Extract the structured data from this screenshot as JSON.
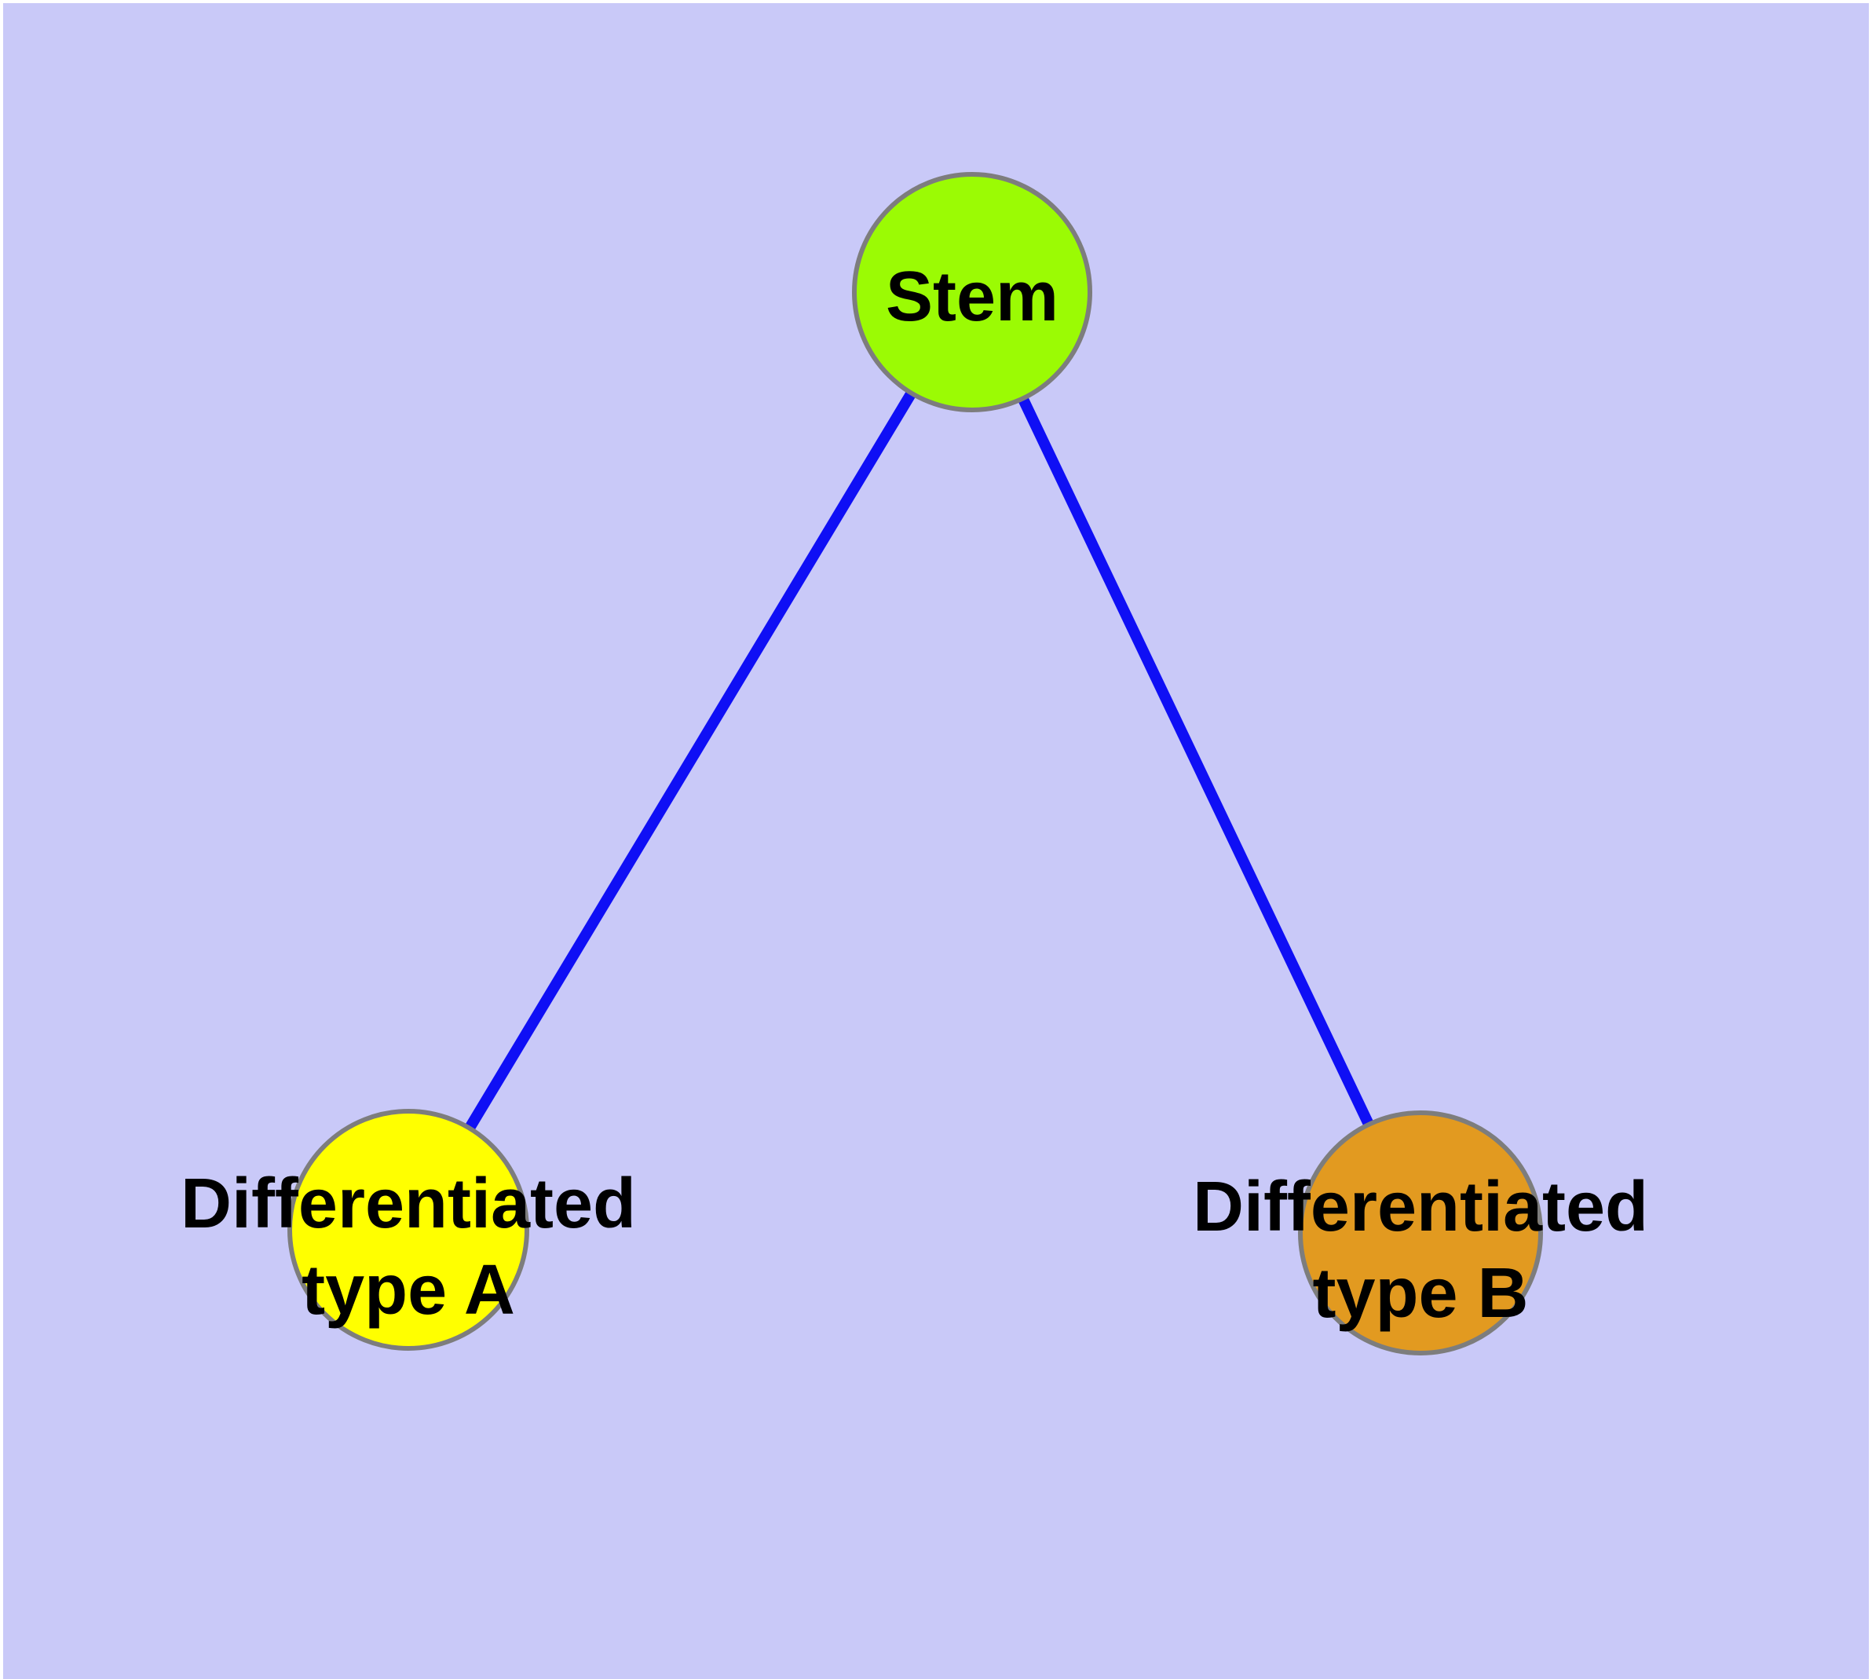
{
  "colors": {
    "canvas_background": "#ffffff",
    "panel_background": "#c9c9f8",
    "edge_blue": "#0f0ff5",
    "node_border_gray": "#7d7d7d",
    "label_black": "#000000"
  },
  "graph": {
    "nodes": {
      "stem": {
        "label": "Stem",
        "fill": "#9bfb04"
      },
      "type_a": {
        "label_line1": "Differentiated",
        "label_line2": "type A",
        "fill": "#ffff00"
      },
      "type_b": {
        "label_line1": "Differentiated",
        "label_line2": "type B",
        "fill": "#e29a20"
      }
    },
    "edges": [
      {
        "from": "Stem",
        "to": "Differentiated type A"
      },
      {
        "from": "Stem",
        "to": "Differentiated type B"
      }
    ]
  }
}
